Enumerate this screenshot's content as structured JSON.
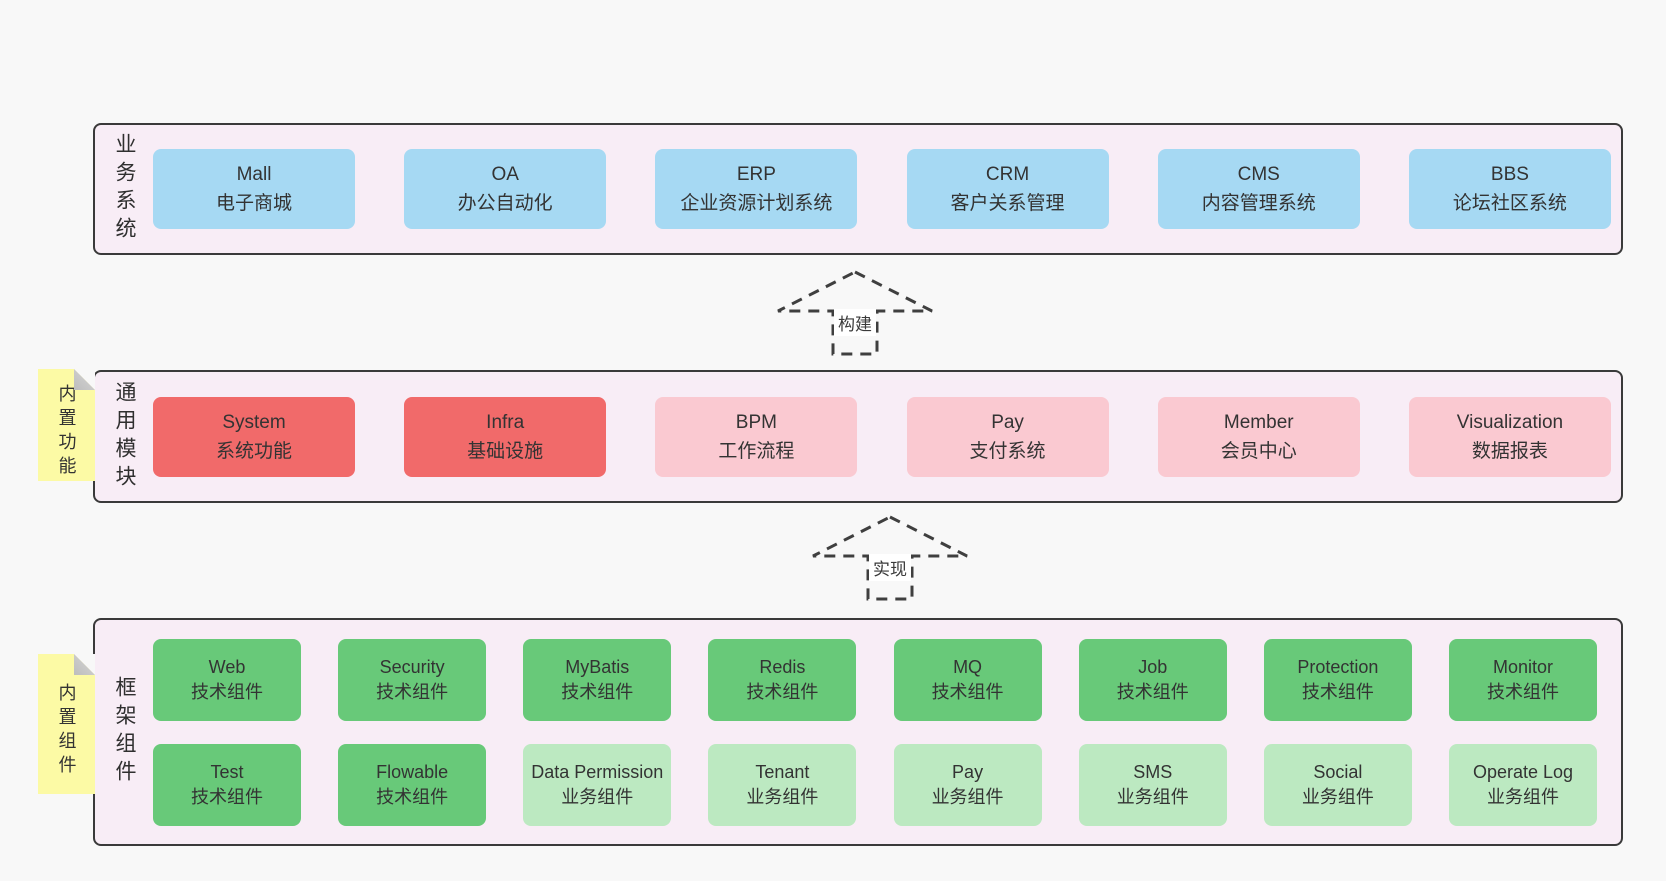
{
  "layers": [
    {
      "label": "业务系统",
      "items": [
        {
          "en": "Mall",
          "zh": "电子商城"
        },
        {
          "en": "OA",
          "zh": "办公自动化"
        },
        {
          "en": "ERP",
          "zh": "企业资源计划系统"
        },
        {
          "en": "CRM",
          "zh": "客户关系管理"
        },
        {
          "en": "CMS",
          "zh": "内容管理系统"
        },
        {
          "en": "BBS",
          "zh": "论坛社区系统"
        }
      ]
    },
    {
      "label": "通用模块",
      "sticky": "内置功能",
      "items": [
        {
          "en": "System",
          "zh": "系统功能"
        },
        {
          "en": "Infra",
          "zh": "基础设施"
        },
        {
          "en": "BPM",
          "zh": "工作流程"
        },
        {
          "en": "Pay",
          "zh": "支付系统"
        },
        {
          "en": "Member",
          "zh": "会员中心"
        },
        {
          "en": "Visualization",
          "zh": "数据报表"
        }
      ]
    },
    {
      "label": "框架组件",
      "sticky": "内置组件",
      "rows": [
        [
          {
            "en": "Web",
            "zh": "技术组件"
          },
          {
            "en": "Security",
            "zh": "技术组件"
          },
          {
            "en": "MyBatis",
            "zh": "技术组件"
          },
          {
            "en": "Redis",
            "zh": "技术组件"
          },
          {
            "en": "MQ",
            "zh": "技术组件"
          },
          {
            "en": "Job",
            "zh": "技术组件"
          },
          {
            "en": "Protection",
            "zh": "技术组件"
          },
          {
            "en": "Monitor",
            "zh": "技术组件"
          }
        ],
        [
          {
            "en": "Test",
            "zh": "技术组件"
          },
          {
            "en": "Flowable",
            "zh": "技术组件"
          },
          {
            "en": "Data Permission",
            "zh": "业务组件"
          },
          {
            "en": "Tenant",
            "zh": "业务组件"
          },
          {
            "en": "Pay",
            "zh": "业务组件"
          },
          {
            "en": "SMS",
            "zh": "业务组件"
          },
          {
            "en": "Social",
            "zh": "业务组件"
          },
          {
            "en": "Operate Log",
            "zh": "业务组件"
          }
        ]
      ]
    }
  ],
  "arrows": [
    {
      "label": "构建"
    },
    {
      "label": "实现"
    }
  ],
  "colors": {
    "business_box_blue": "#a6d9f3",
    "module_core_red": "#f16a6a",
    "module_pink": "#fac9d1",
    "tech_component_green": "#68c979",
    "biz_component_light_green": "#bce9c1",
    "sticky_yellow": "#fcfaa5",
    "panel_background": "#f8edf6",
    "page_background": "#f8f8f8",
    "outline": "#3a3a3a"
  }
}
